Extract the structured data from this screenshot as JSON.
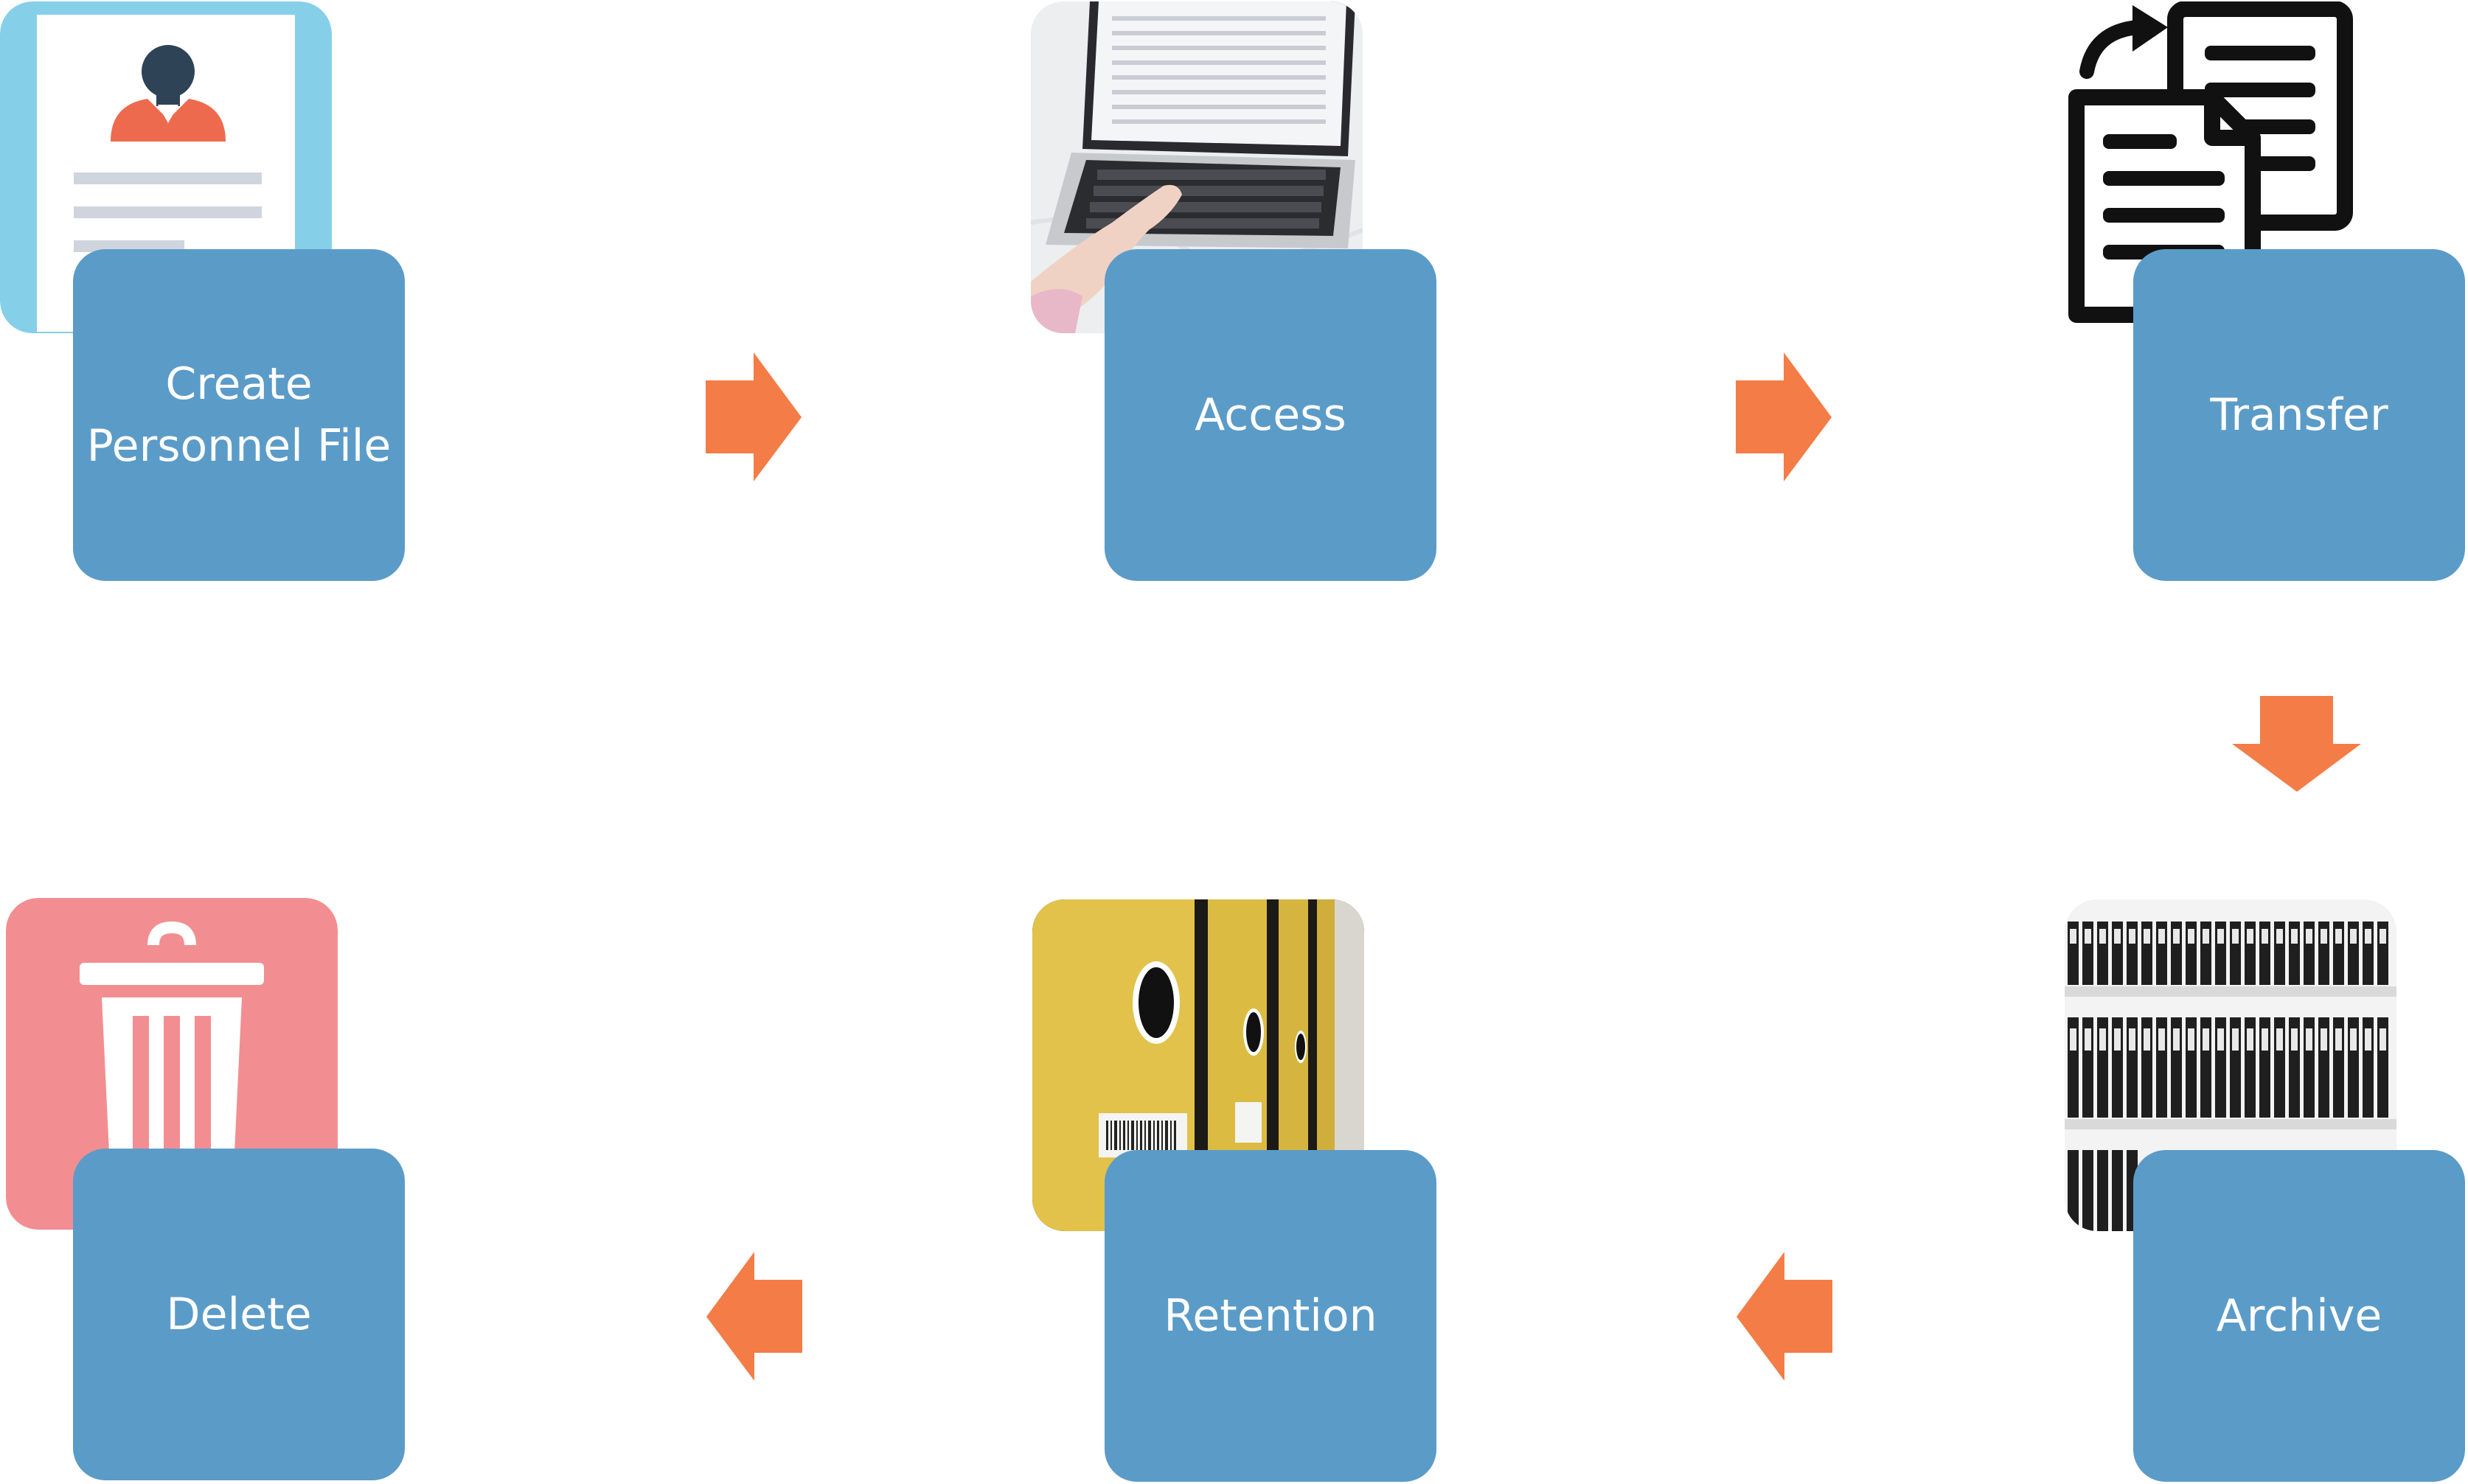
{
  "colors": {
    "box": "#5b9bc8",
    "arrow": "#f47c46",
    "box_text": "#ffffff"
  },
  "steps": [
    {
      "label": "Create\nPersonnel File",
      "icon": "personnel-file-icon"
    },
    {
      "label": "Access",
      "icon": "laptop-typing-photo"
    },
    {
      "label": "Transfer",
      "icon": "document-transfer-icon"
    },
    {
      "label": "Archive",
      "icon": "archive-shelves-photo"
    },
    {
      "label": "Retention",
      "icon": "binders-photo"
    },
    {
      "label": "Delete",
      "icon": "trash-bin-icon"
    }
  ],
  "flow": [
    "right",
    "right",
    "down",
    "left",
    "left"
  ]
}
